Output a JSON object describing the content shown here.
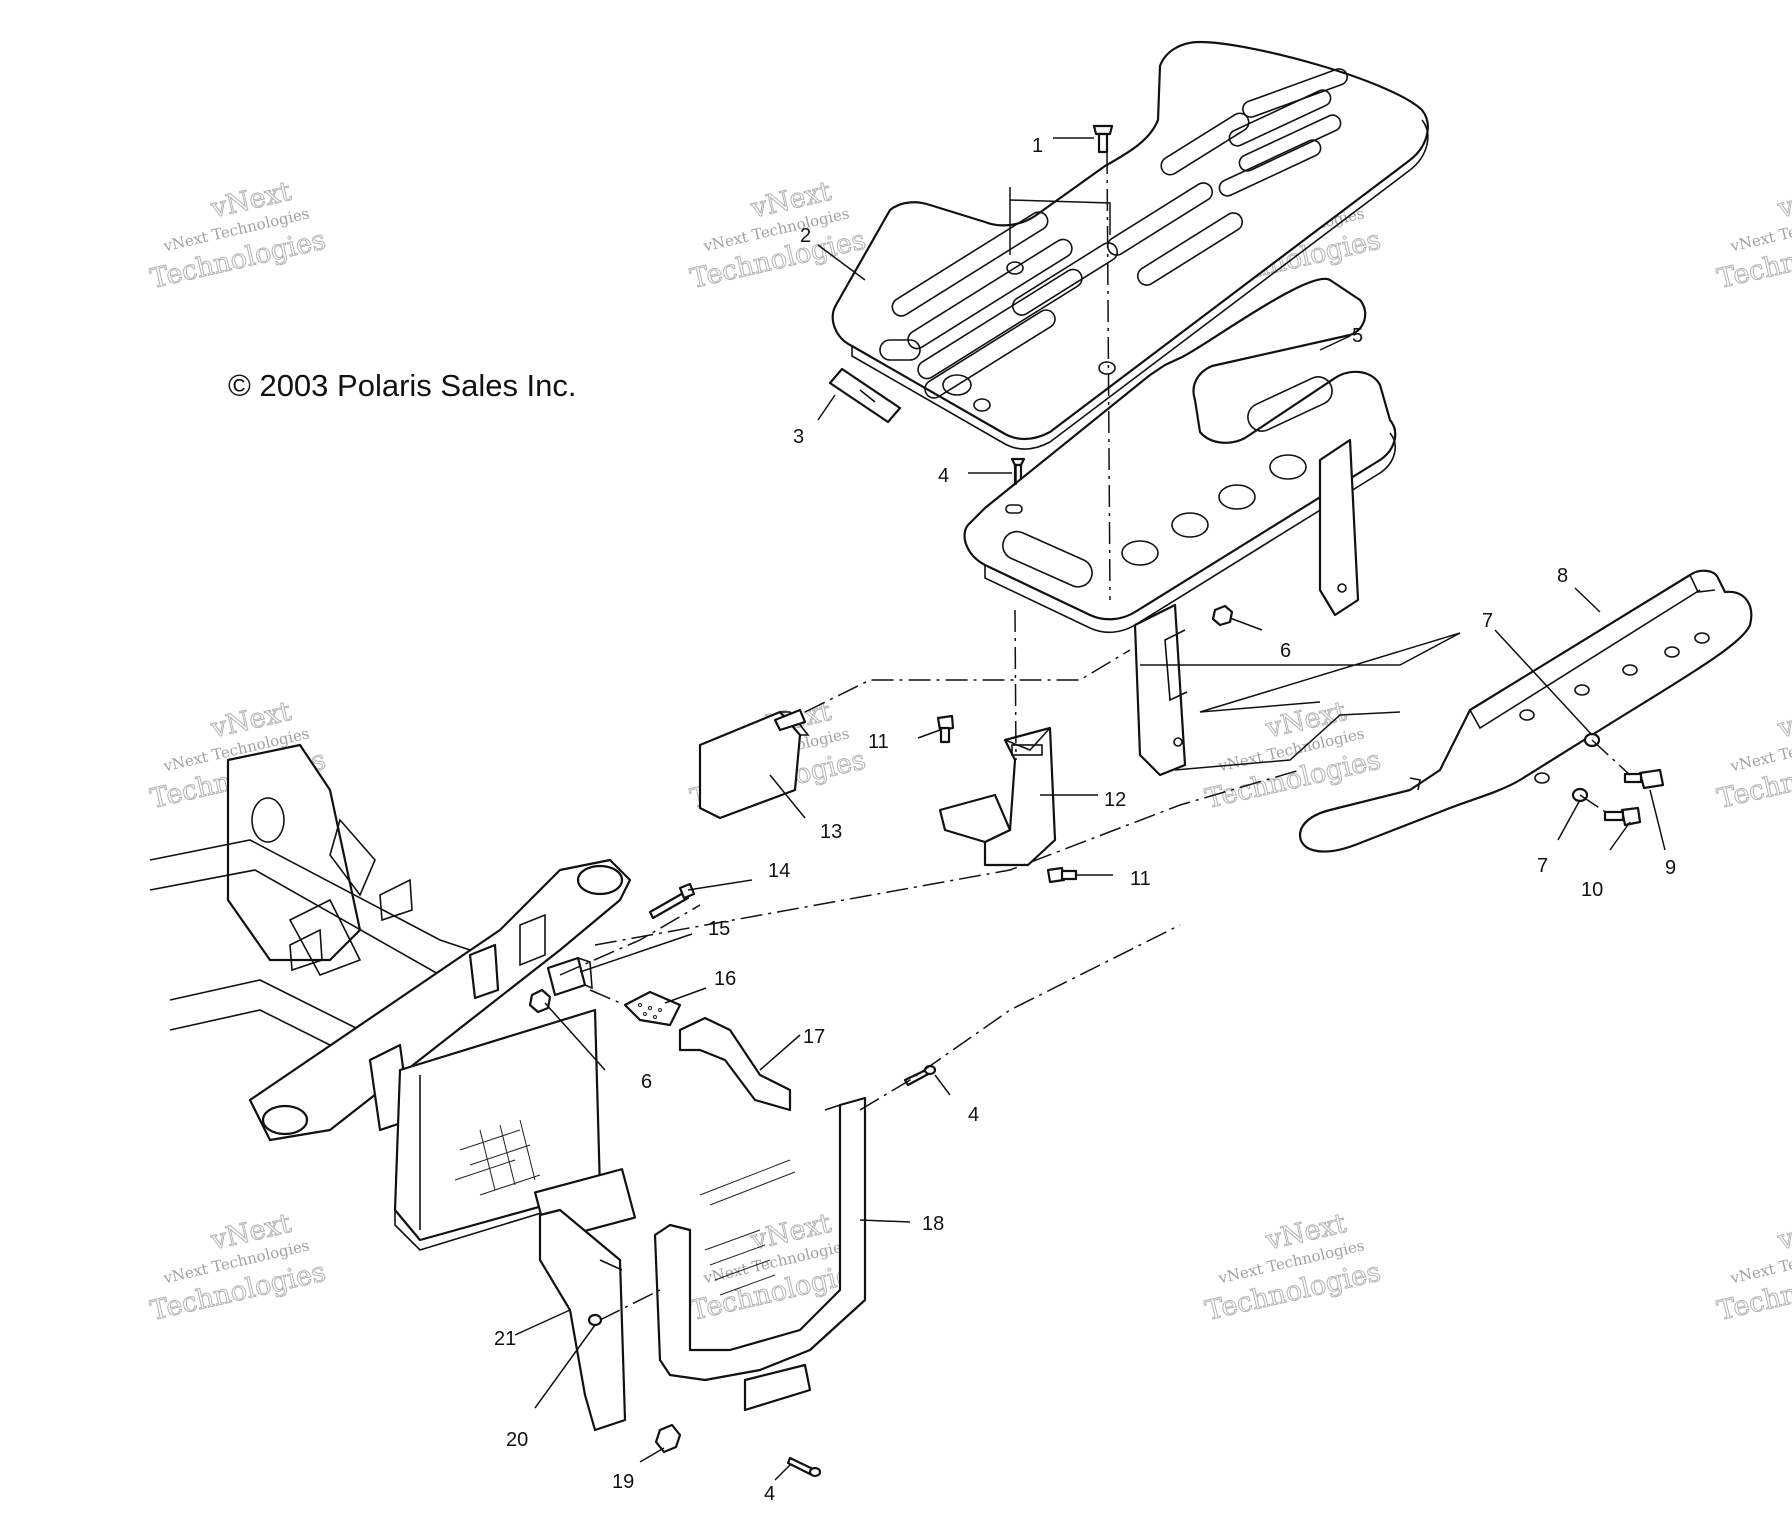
{
  "copyright": "© 2003 Polaris Sales Inc.",
  "watermark": {
    "line1": "vNext",
    "line2": "vNext Technologies",
    "line3": "Technologies"
  },
  "callouts": [
    {
      "id": "c1",
      "label": "1"
    },
    {
      "id": "c2",
      "label": "2"
    },
    {
      "id": "c3",
      "label": "3"
    },
    {
      "id": "c4a",
      "label": "4"
    },
    {
      "id": "c5",
      "label": "5"
    },
    {
      "id": "c6a",
      "label": "6"
    },
    {
      "id": "c7a",
      "label": "7"
    },
    {
      "id": "c8",
      "label": "8"
    },
    {
      "id": "c11a",
      "label": "11"
    },
    {
      "id": "c12",
      "label": "12"
    },
    {
      "id": "c13",
      "label": "13"
    },
    {
      "id": "c7b",
      "label": "7"
    },
    {
      "id": "c10",
      "label": "10"
    },
    {
      "id": "c9",
      "label": "9"
    },
    {
      "id": "c11b",
      "label": "11"
    },
    {
      "id": "c14",
      "label": "14"
    },
    {
      "id": "c15",
      "label": "15"
    },
    {
      "id": "c16",
      "label": "16"
    },
    {
      "id": "c17",
      "label": "17"
    },
    {
      "id": "c6b",
      "label": "6"
    },
    {
      "id": "c4b",
      "label": "4"
    },
    {
      "id": "c18",
      "label": "18"
    },
    {
      "id": "c21",
      "label": "21"
    },
    {
      "id": "c20",
      "label": "20"
    },
    {
      "id": "c19",
      "label": "19"
    },
    {
      "id": "c4c",
      "label": "4"
    }
  ]
}
